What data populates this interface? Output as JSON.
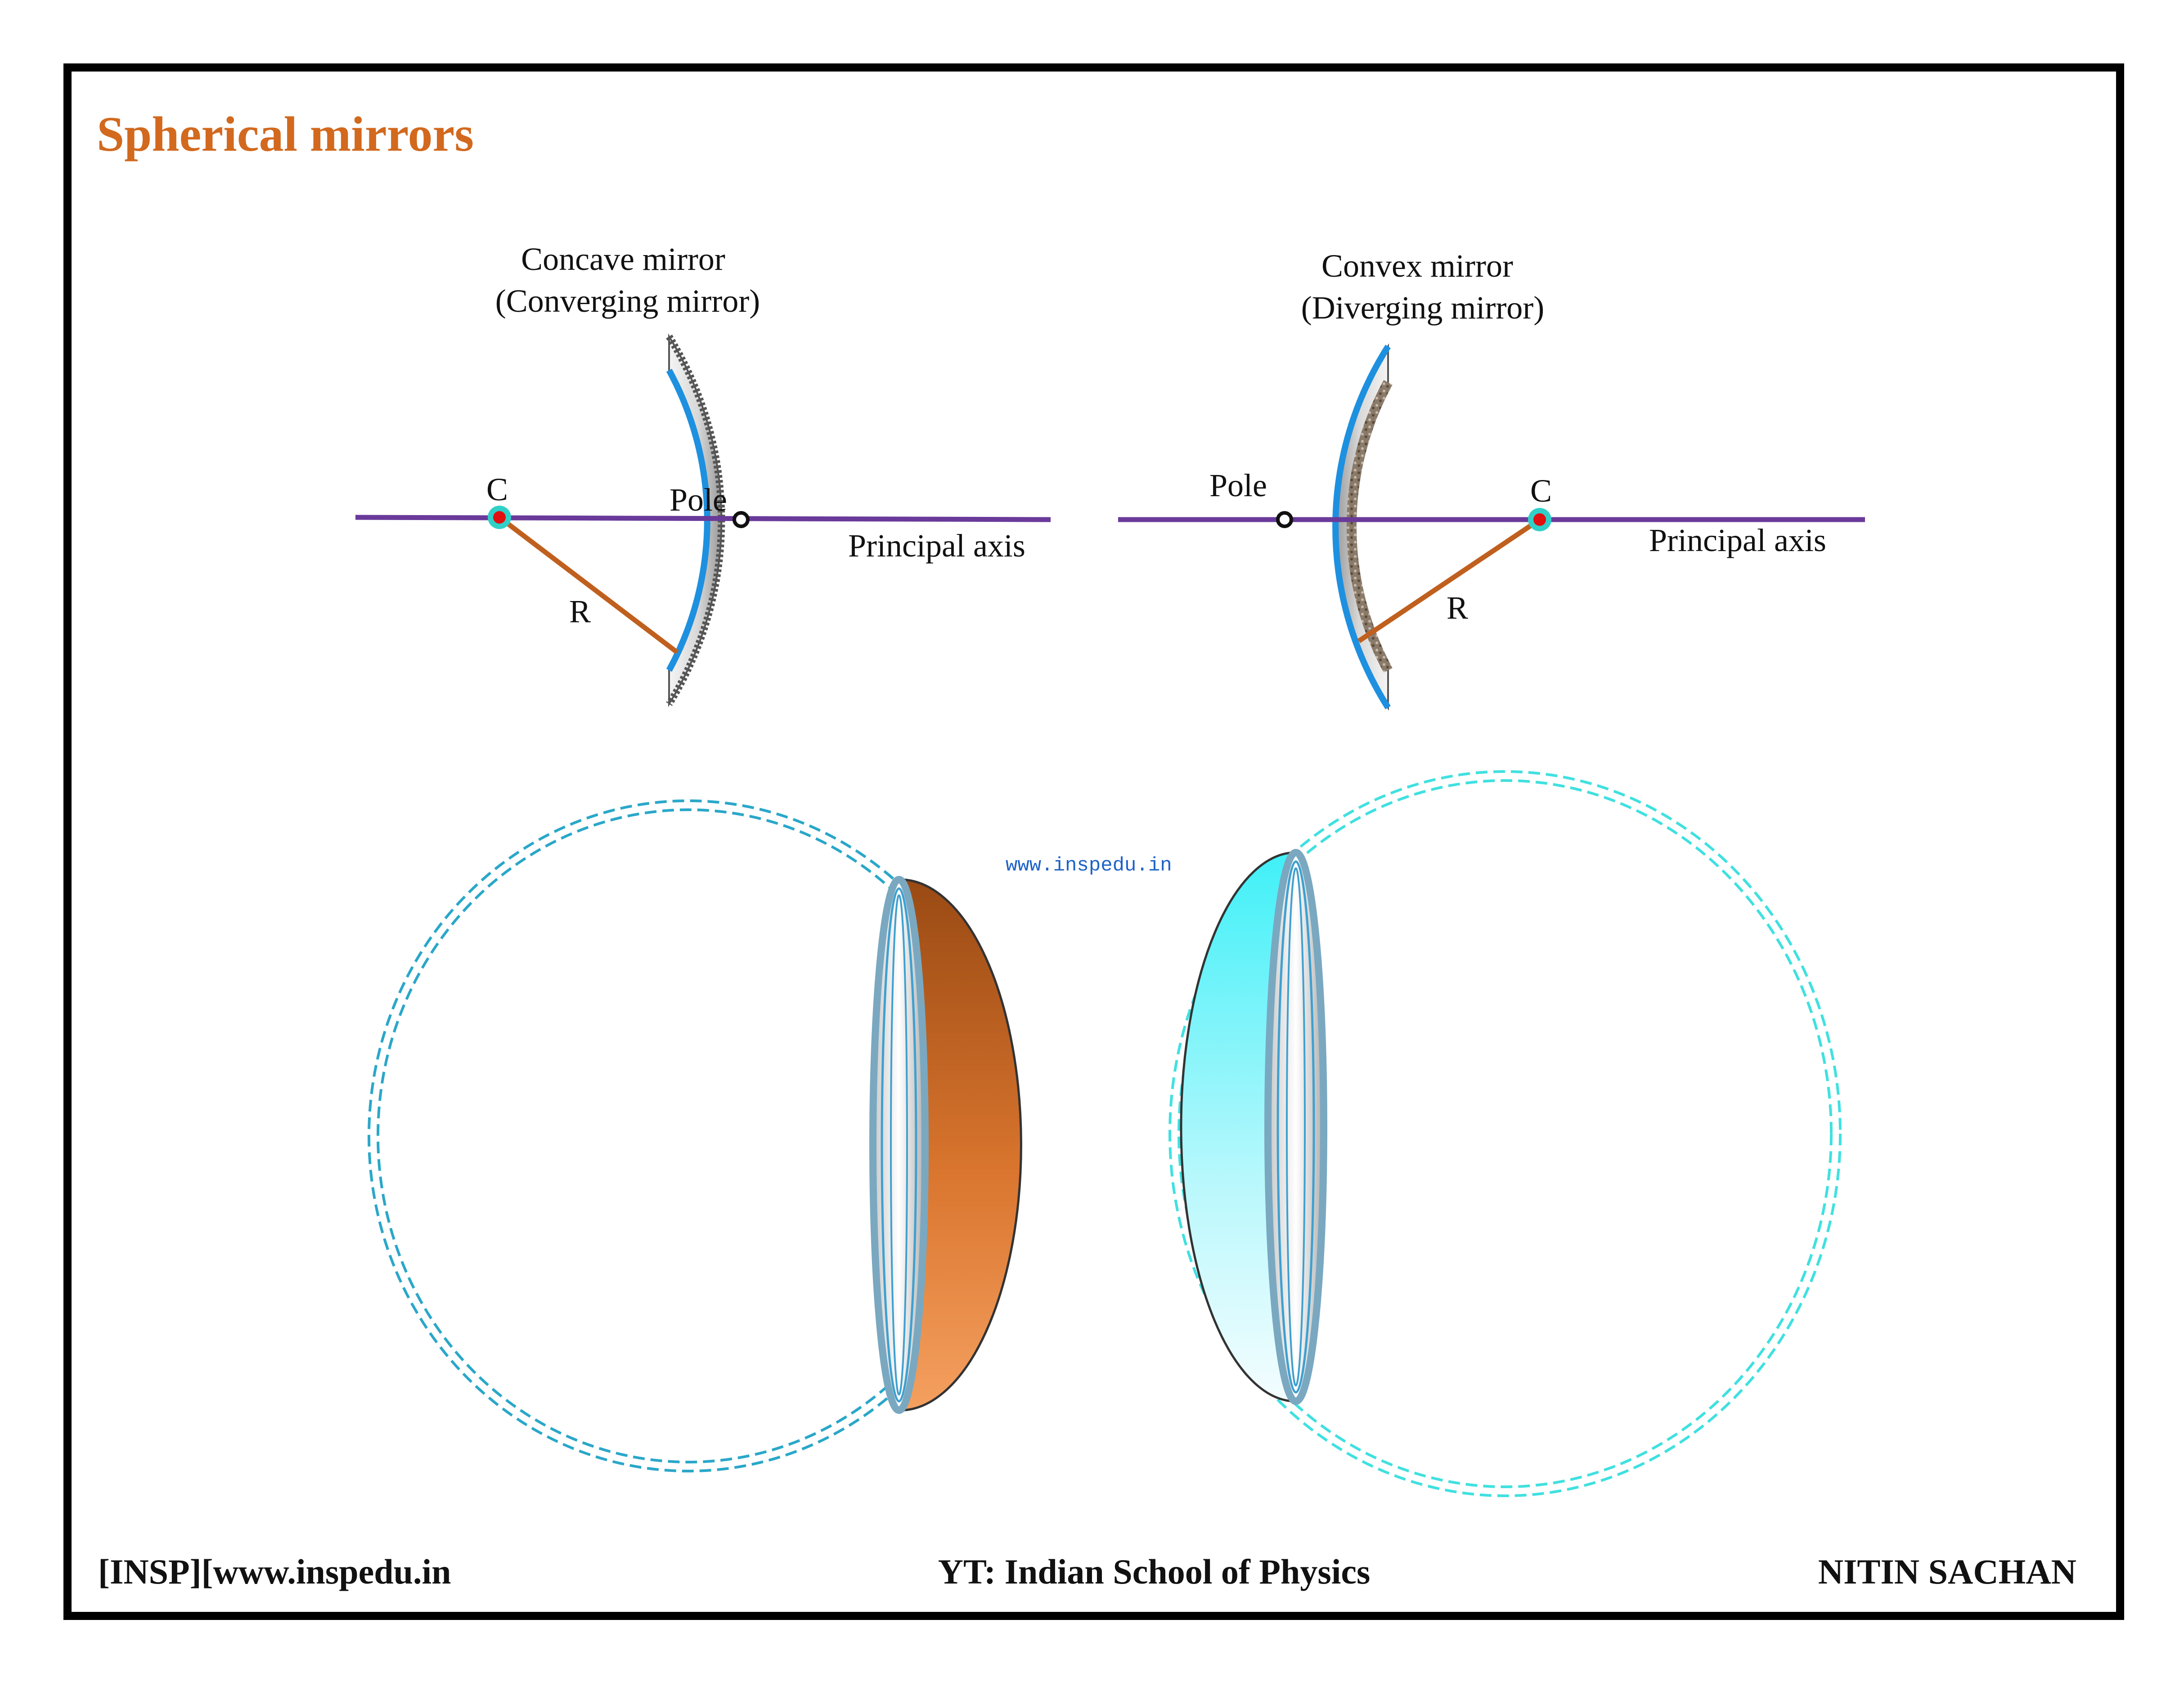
{
  "title": "Spherical mirrors",
  "colors": {
    "title": "#d2691e",
    "axis": "#6a3a9a",
    "radius": "#c0601e",
    "reflective": "#1e90e0",
    "concave_sphere": "#2aa7c9",
    "convex_sphere": "#40e0e0",
    "concave_cap": "#c0601e",
    "convex_cap": "#40f0f8",
    "center_point": "#e01010",
    "center_halo": "#30d0c8",
    "frame": "#000000"
  },
  "concave": {
    "name": "Concave mirror",
    "alias": "(Converging mirror)",
    "center_label": "C",
    "pole_label": "Pole",
    "axis_label": "Principal axis",
    "radius_label": "R"
  },
  "convex": {
    "name": "Convex mirror",
    "alias": "(Diverging mirror)",
    "center_label": "C",
    "pole_label": "Pole",
    "axis_label": "Principal axis",
    "radius_label": "R"
  },
  "watermark": "www.inspedu.in",
  "footer": {
    "left": "[INSP][www.inspedu.in",
    "center": "YT: Indian School of Physics",
    "right": "NITIN SACHAN"
  },
  "icons": [
    "concave-mirror-icon",
    "convex-mirror-icon",
    "concave-sphere-icon",
    "convex-sphere-icon"
  ]
}
